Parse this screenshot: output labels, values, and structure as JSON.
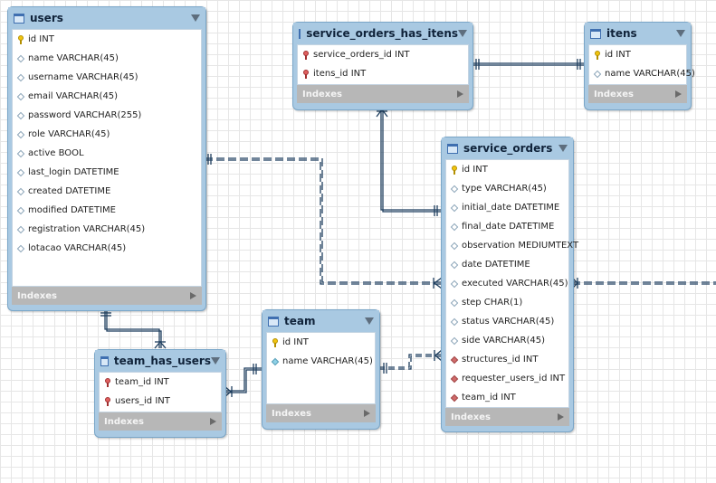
{
  "tables": {
    "users": {
      "name": "users",
      "columns": [
        "id INT",
        "name VARCHAR(45)",
        "username VARCHAR(45)",
        "email VARCHAR(45)",
        "password VARCHAR(255)",
        "role VARCHAR(45)",
        "active BOOL",
        "last_login DATETIME",
        "created DATETIME",
        "modified DATETIME",
        "registration VARCHAR(45)",
        "lotacao VARCHAR(45)"
      ],
      "indexes": "Indexes"
    },
    "service_orders_has_itens": {
      "name": "service_orders_has_itens",
      "columns": [
        "service_orders_id INT",
        "itens_id INT"
      ],
      "indexes": "Indexes"
    },
    "itens": {
      "name": "itens",
      "columns": [
        "id INT",
        "name VARCHAR(45)"
      ],
      "indexes": "Indexes"
    },
    "service_orders": {
      "name": "service_orders",
      "columns": [
        "id INT",
        "type VARCHAR(45)",
        "initial_date DATETIME",
        "final_date DATETIME",
        "observation MEDIUMTEXT",
        "date DATETIME",
        "executed VARCHAR(45)",
        "step CHAR(1)",
        "status VARCHAR(45)",
        "side VARCHAR(45)",
        "structures_id INT",
        "requester_users_id INT",
        "team_id INT"
      ],
      "indexes": "Indexes"
    },
    "team": {
      "name": "team",
      "columns": [
        "id INT",
        "name VARCHAR(45)"
      ],
      "indexes": "Indexes"
    },
    "team_has_users": {
      "name": "team_has_users",
      "columns": [
        "team_id INT",
        "users_id INT"
      ],
      "indexes": "Indexes"
    }
  },
  "colors": {
    "header": "#a9c9e2",
    "link": "#1f3f5f",
    "indexes_bar": "#b7b7b7"
  }
}
